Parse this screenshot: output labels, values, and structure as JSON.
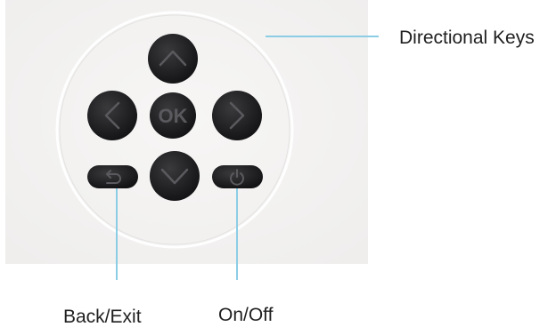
{
  "labels": {
    "directional_keys": "Directional Keys",
    "back_exit": "Back/Exit",
    "on_off": "On/Off"
  },
  "buttons": {
    "ok": "OK"
  },
  "icons": {
    "up": "chevron-up-icon",
    "down": "chevron-down-icon",
    "left": "chevron-left-icon",
    "right": "chevron-right-icon",
    "back": "back-arrow-icon",
    "power": "power-icon"
  },
  "colors": {
    "panel": "#f4f3f2",
    "button": "#1f1f21",
    "button_glyph": "#5a5a5e",
    "leader_line": "#8ccde6",
    "text": "#1f1f1f"
  }
}
